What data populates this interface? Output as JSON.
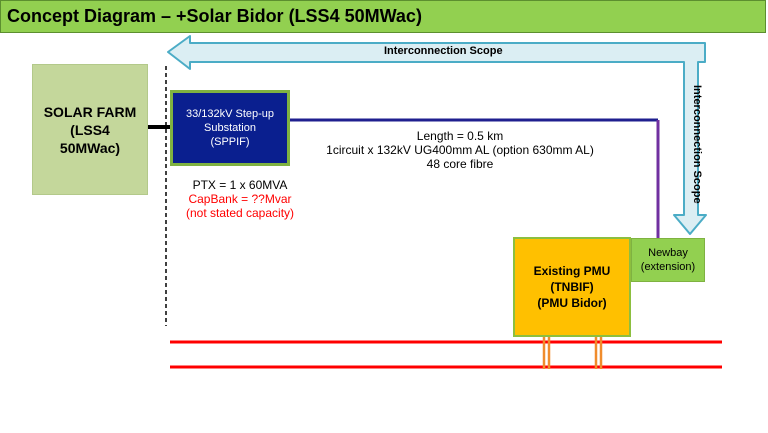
{
  "title": "Concept Diagram – +Solar Bidor  (LSS4 50MWac)",
  "solar_farm": {
    "lines": [
      "SOLAR FARM",
      "(LSS4",
      "50MWac)"
    ]
  },
  "substation": {
    "lines": [
      "33/132kV Step-up",
      "Substation",
      "(SPPIF)"
    ]
  },
  "transformer": {
    "ptx": "PTX = 1 x 60MVA",
    "capbank": "CapBank = ??Mvar",
    "capbank_note": "(not stated capacity)"
  },
  "cable": {
    "length": "Length = 0.5 km",
    "spec": "1circuit x 132kV UG400mm AL (option 630mm AL)",
    "fibre": "48 core fibre"
  },
  "pmu": {
    "lines": [
      "Existing PMU",
      "(TNBIF)",
      "(PMU Bidor)"
    ]
  },
  "newbay": {
    "lines": [
      "Newbay",
      "(extension)"
    ]
  },
  "scope": {
    "horizontal": "Interconnection Scope",
    "vertical": "Interconnection Scope"
  },
  "colors": {
    "title_bg": "#92d050",
    "solar_farm": "#c4d79b",
    "substation": "#0a1f8f",
    "pmu": "#ffc000",
    "newbay": "#92d050",
    "arrow_fill": "#dbeef3",
    "arrow_stroke": "#4bacc6",
    "cable_blue": "#1f1f8f",
    "cable_purple": "#7030a0",
    "busbar": "#ff0000",
    "tap": "#f08c2c"
  }
}
